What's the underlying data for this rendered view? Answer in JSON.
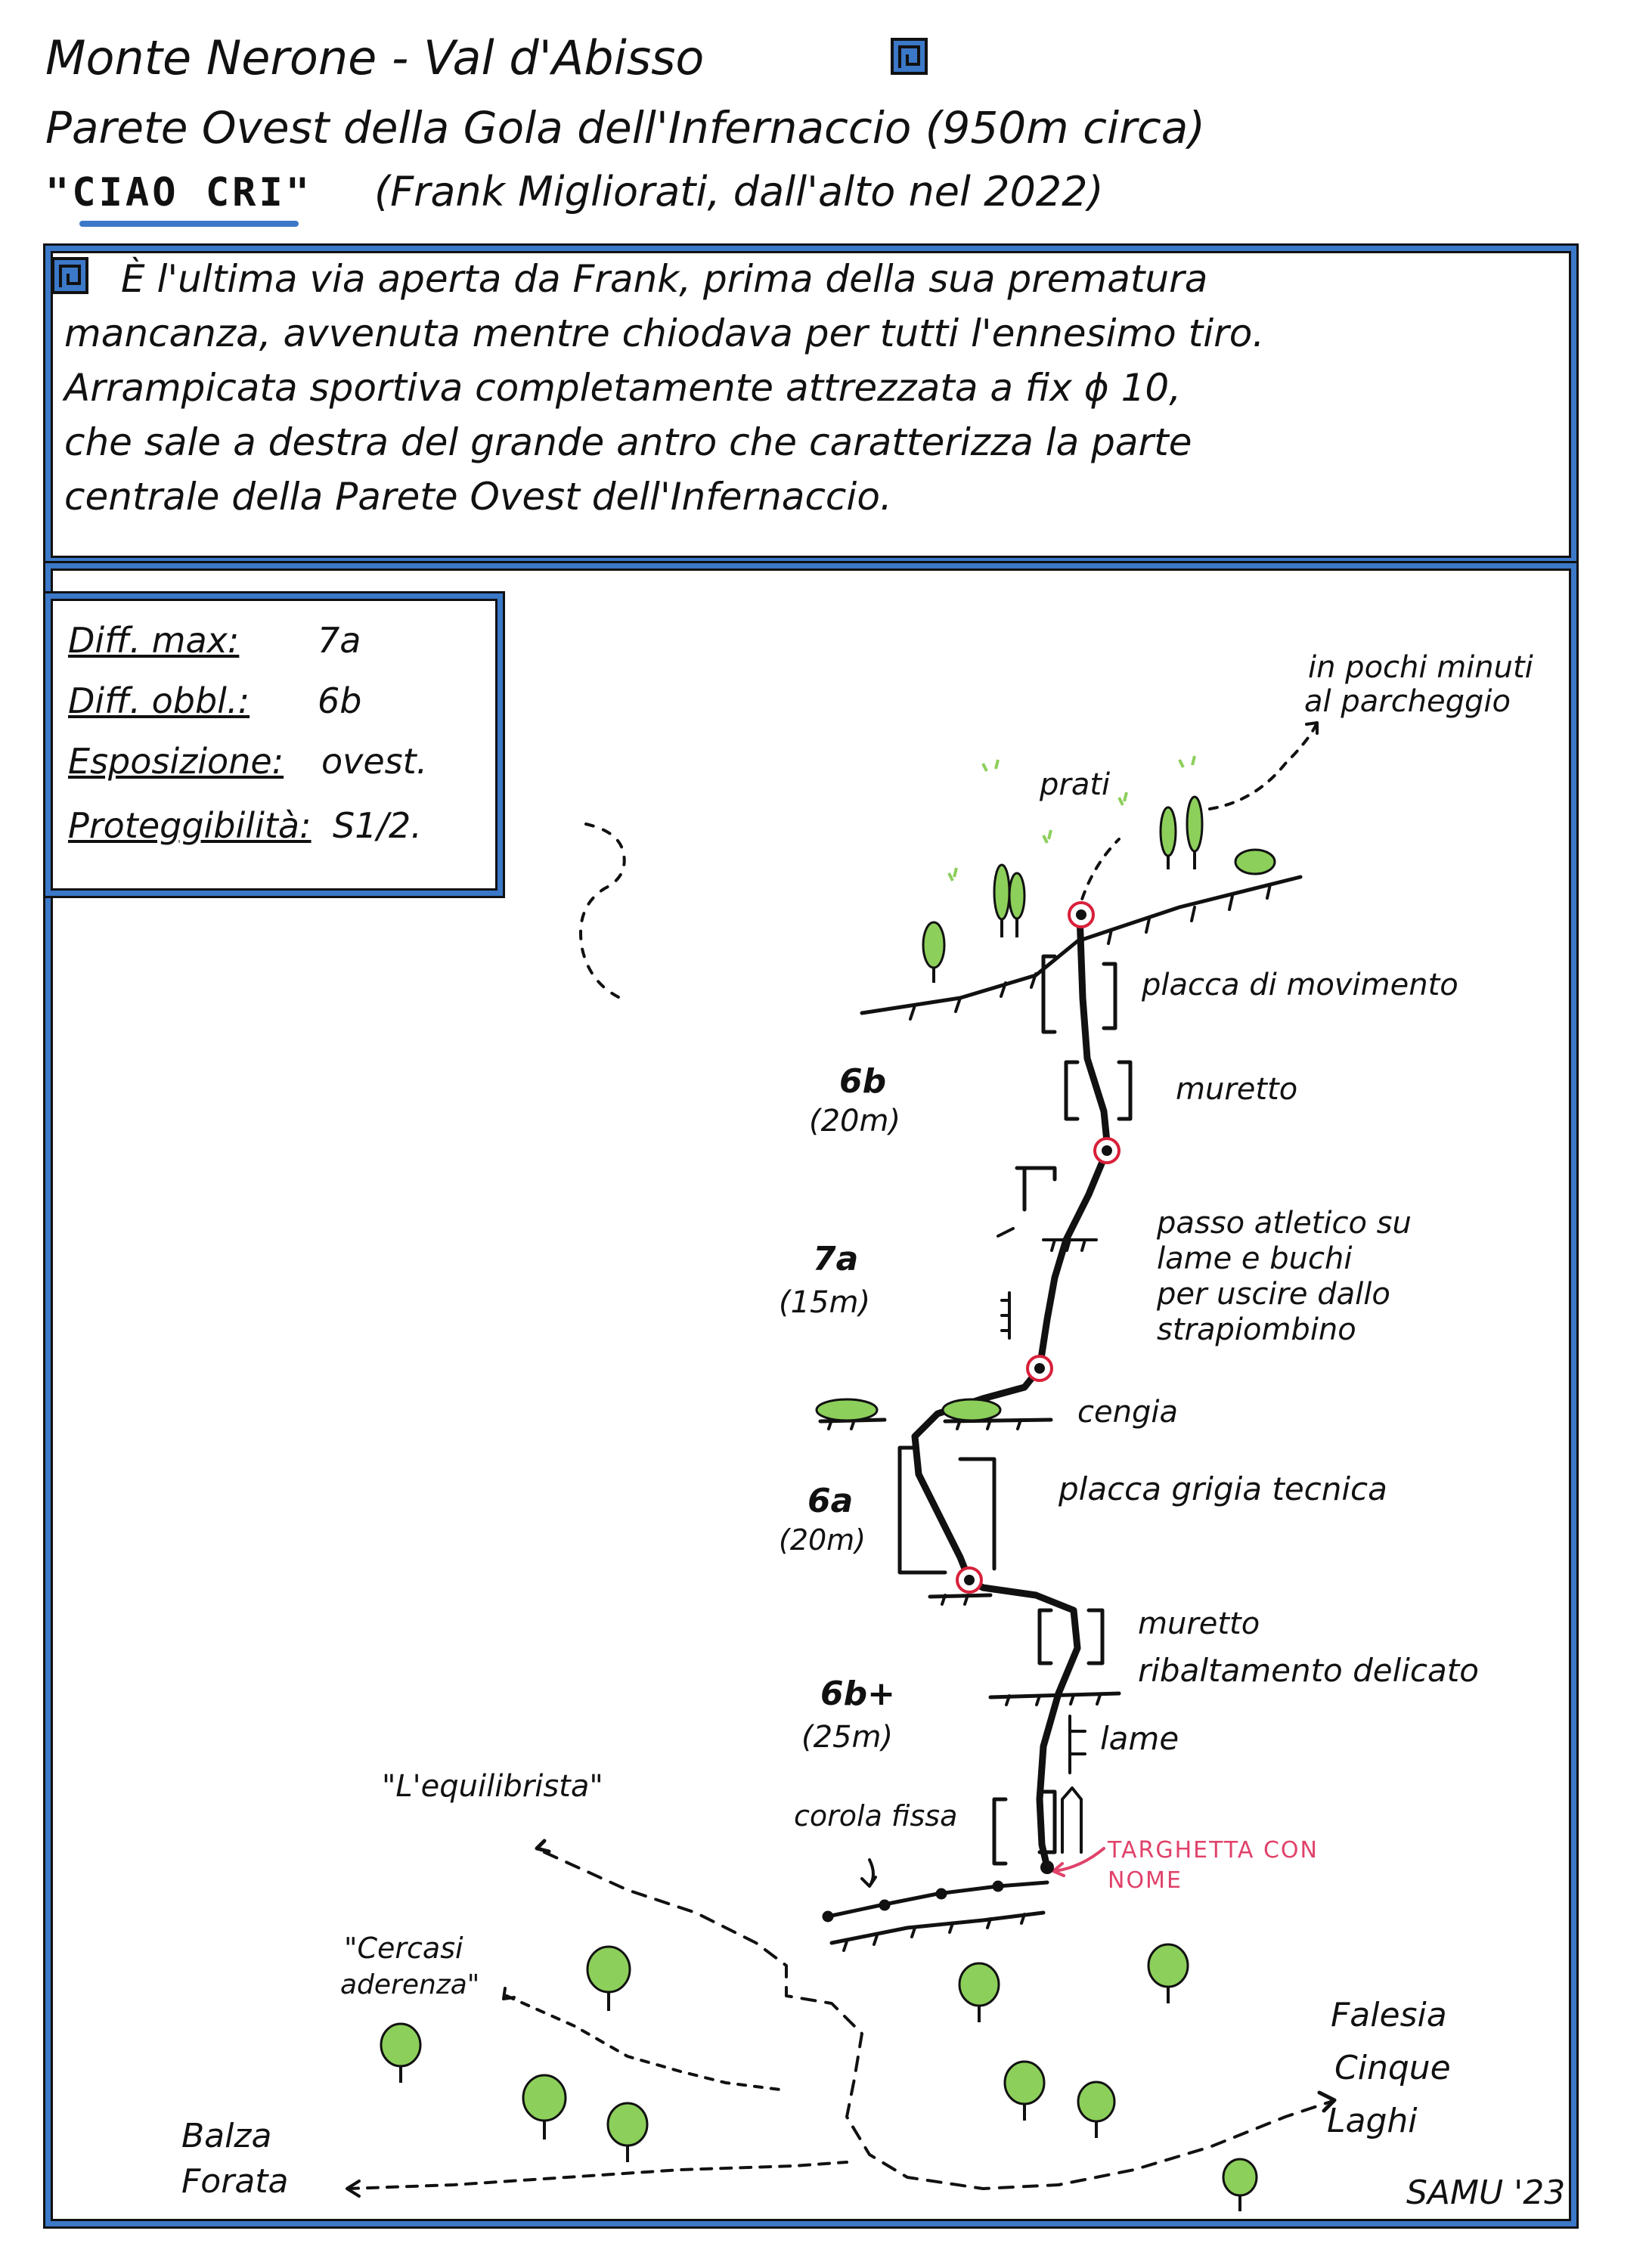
{
  "header": {
    "line1": "Monte Nerone - Val d'Abisso",
    "line2": "Parete Ovest della Gola dell'Infernaccio (950m circa)",
    "route_name": "\"CIAO CRI\"",
    "route_credits": "(Frank Migliorati, dall'alto nel 2022)"
  },
  "description": [
    "È l'ultima via aperta da Frank, prima della sua prematura",
    "mancanza, avvenuta mentre chiodava per tutti l'ennesimo tiro.",
    "Arrampicata sportiva completamente attrezzata a fix ɸ 10,",
    "che sale a destra del grande antro che caratterizza la parte",
    "centrale della Parete Ovest dell'Infernaccio."
  ],
  "info_box": {
    "diff_max_label": "Diff. max:",
    "diff_max_value": "7a",
    "diff_obbl_label": "Diff. obbl.:",
    "diff_obbl_value": "6b",
    "esposizione_label": "Esposizione:",
    "esposizione_value": "ovest.",
    "proteggibilita_label": "Proteggibilità:",
    "proteggibilita_value": "S1/2."
  },
  "topo": {
    "exit_note_1": "in pochi minuti",
    "exit_note_2": "al parcheggio",
    "prati": "prati",
    "pitches": [
      {
        "grade": "6b",
        "length": "(20m)"
      },
      {
        "grade": "7a",
        "length": "(15m)"
      },
      {
        "grade": "6a",
        "length": "(20m)"
      },
      {
        "grade": "6b+",
        "length": "(25m)"
      }
    ],
    "features": {
      "placca_movimento": "placca di movimento",
      "muretto_1": "muretto",
      "passo_1": "passo atletico su",
      "passo_2": "lame e buchi",
      "passo_3": "per uscire dallo",
      "passo_4": "strapiombino",
      "cengia": "cengia",
      "placca_grigia": "placca grigia tecnica",
      "muretto_2": "muretto",
      "ribaltamento": "ribaltamento delicato",
      "lame": "lame",
      "corda_fissa": "corola fissa",
      "targhetta_1": "TARGHETTA CON",
      "targhetta_2": "NOME"
    },
    "other_routes": {
      "equilibrista": "\"L'equilibrista\"",
      "cercasi_1": "\"Cercasi",
      "cercasi_2": "aderenza\"",
      "balza_1": "Balza",
      "balza_2": "Forata",
      "falesia_1": "Falesia",
      "falesia_2": "Cinque",
      "falesia_3": "Laghi"
    },
    "signature": "SAMU '23"
  },
  "colors": {
    "frame_blue": "#3c78c8",
    "ink": "#111111",
    "tree_green": "#8ccf5a",
    "belay_red": "#d8203a",
    "plate_pink": "#e0426a"
  }
}
